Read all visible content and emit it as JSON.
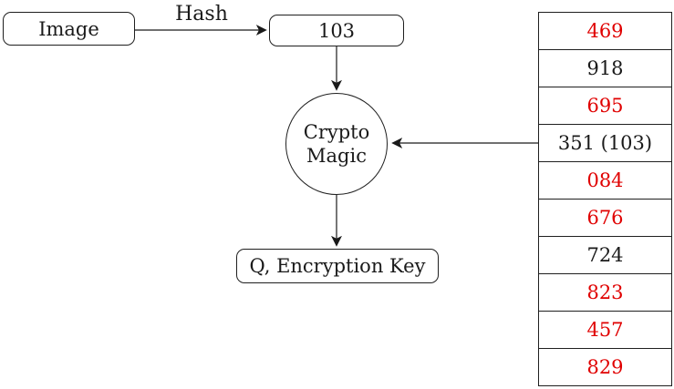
{
  "nodes": {
    "image": "Image",
    "hash_value": "103",
    "crypto_line1": "Crypto",
    "crypto_line2": "Magic",
    "output": "Q, Encryption Key"
  },
  "labels": {
    "hash_edge": "Hash"
  },
  "table": {
    "rows": [
      {
        "value": "469",
        "color": "#e00000"
      },
      {
        "value": "918",
        "color": "#1a1a1a"
      },
      {
        "value": "695",
        "color": "#e00000"
      },
      {
        "value": "351 (103)",
        "color": "#1a1a1a"
      },
      {
        "value": "084",
        "color": "#e00000"
      },
      {
        "value": "676",
        "color": "#e00000"
      },
      {
        "value": "724",
        "color": "#1a1a1a"
      },
      {
        "value": "823",
        "color": "#e00000"
      },
      {
        "value": "457",
        "color": "#e00000"
      },
      {
        "value": "829",
        "color": "#e00000"
      }
    ]
  },
  "colors": {
    "highlight_red": "#e00000",
    "ink": "#1a1a1a"
  }
}
